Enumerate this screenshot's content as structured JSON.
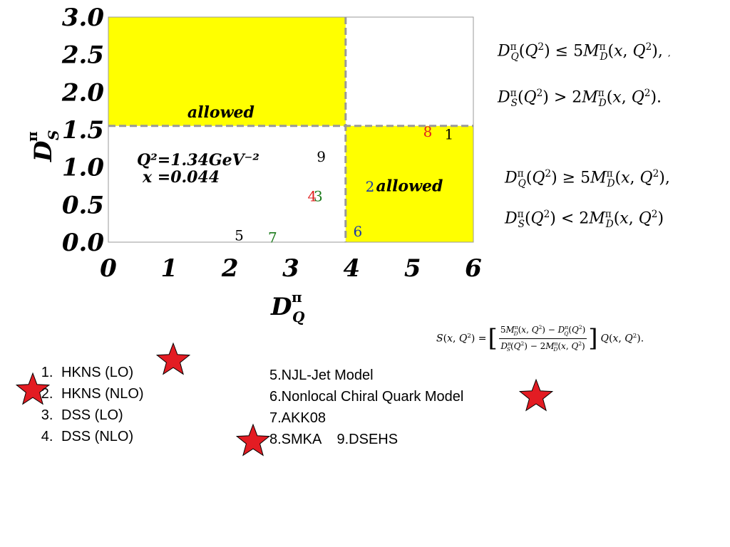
{
  "chart_data": {
    "type": "scatter",
    "xlabel_main": "D",
    "xlabel_sup": "π",
    "xlabel_sub": "Q",
    "ylabel_main": "D",
    "ylabel_sup": "π",
    "ylabel_sub": "S",
    "xlim": [
      0,
      6
    ],
    "ylim": [
      0,
      3
    ],
    "xticks": [
      "0",
      "1",
      "2",
      "3",
      "4",
      "5",
      "6"
    ],
    "yticks": [
      "0.0",
      "0.5",
      "1.0",
      "1.5",
      "2.0",
      "2.5",
      "3.0"
    ],
    "divider_x": 3.9,
    "divider_y": 1.55,
    "region_color": "#ffff00",
    "regions": [
      {
        "label": "allowed",
        "x_range": [
          0,
          3.9
        ],
        "y_range": [
          1.55,
          3.0
        ]
      },
      {
        "label": "allowed",
        "x_range": [
          3.9,
          6
        ],
        "y_range": [
          0,
          1.55
        ]
      }
    ],
    "annotation_q2": "Q²=1.34GeV⁻²",
    "annotation_x": "x =0.044",
    "points": [
      {
        "label": "1",
        "x": 5.6,
        "y": 1.45,
        "color": "#000000"
      },
      {
        "label": "2",
        "x": 4.3,
        "y": 0.75,
        "color": "#1a3aa8"
      },
      {
        "label": "3",
        "x": 3.45,
        "y": 0.62,
        "color": "#1a7a1a"
      },
      {
        "label": "4",
        "x": 3.35,
        "y": 0.62,
        "color": "#e02020"
      },
      {
        "label": "5",
        "x": 2.15,
        "y": 0.1,
        "color": "#000000"
      },
      {
        "label": "6",
        "x": 4.1,
        "y": 0.15,
        "color": "#1a3aa8"
      },
      {
        "label": "7",
        "x": 2.7,
        "y": 0.07,
        "color": "#1a7a1a"
      },
      {
        "label": "8",
        "x": 5.25,
        "y": 1.48,
        "color": "#e02020"
      },
      {
        "label": "9",
        "x": 3.5,
        "y": 1.15,
        "color": "#000000"
      }
    ]
  },
  "conditions": {
    "top": [
      "D_Q^π(Q²) ≤ 5M_D^π(x, Q²),",
      "D_S^π(Q²) > 2M_D^π(x, Q²)."
    ],
    "bottom": [
      "D_Q^π(Q²) ≥ 5M_D^π(x, Q²),",
      "D_S^π(Q²) < 2M_D^π(x, Q²)"
    ]
  },
  "formula": "S(x,Q²) = [ (5M_D^π(x,Q²) − D_Q^π(Q²)) / (D_S^π(Q²) − 2M_D^π(x,Q²)) ] Q(x,Q²).",
  "legend_left": [
    "HKNS (LO)",
    "HKNS (NLO)",
    "DSS (LO)",
    "DSS (NLO)"
  ],
  "legend_right": [
    "5.NJL-Jet Model",
    "6.Nonlocal Chiral Quark Model",
    "7.AKK08",
    "8.SMKA    9.DSEHS"
  ],
  "star_color": "#e31c23"
}
